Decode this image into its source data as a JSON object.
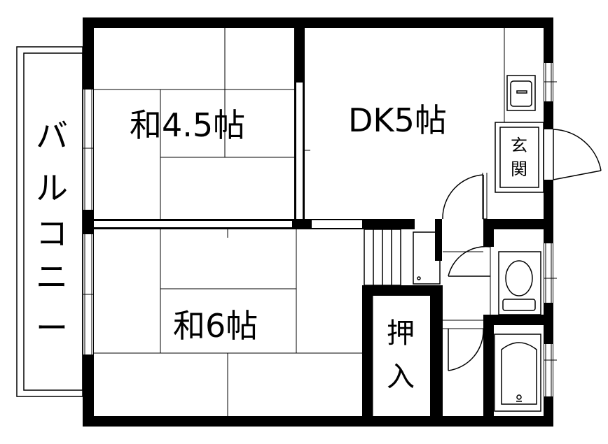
{
  "floor_plan": {
    "rooms": {
      "washitsu_small": "和4.5帖",
      "dk": "DK5帖",
      "washitsu_large": "和6帖"
    },
    "labels": {
      "balcony": [
        "バ",
        "ル",
        "コ",
        "ニ",
        "ー"
      ],
      "entrance": [
        "玄",
        "関"
      ],
      "closet": [
        "押",
        "入"
      ]
    }
  }
}
